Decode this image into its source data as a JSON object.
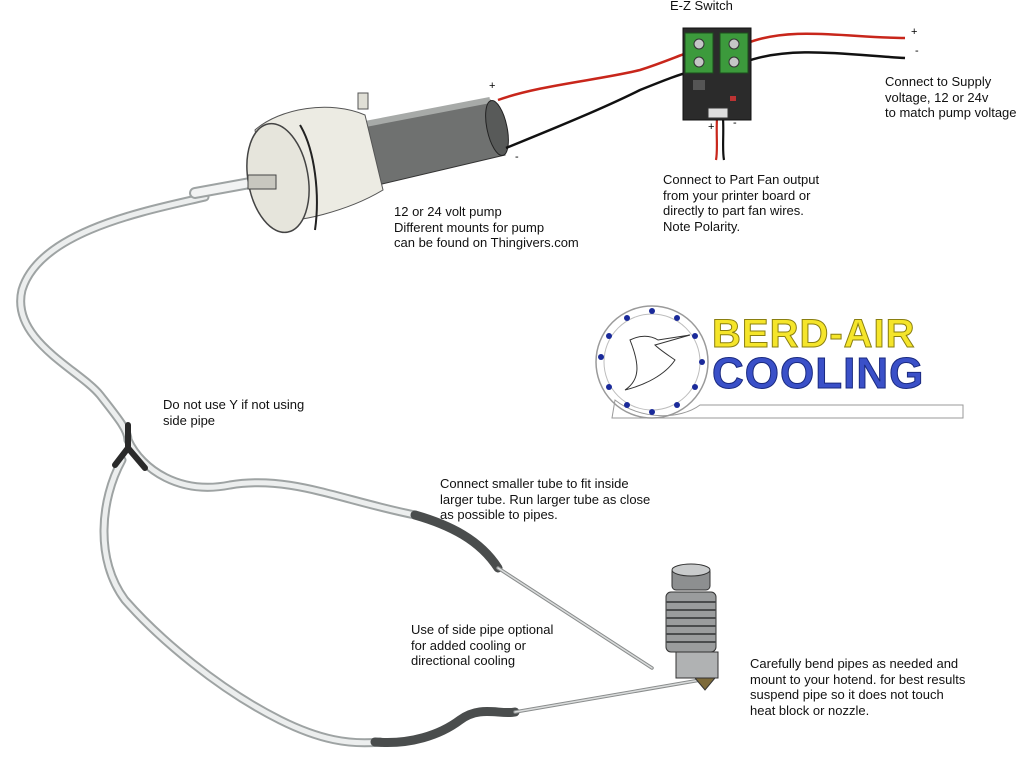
{
  "switch": {
    "title": "E-Z Switch"
  },
  "polarity": {
    "plus": "+",
    "minus": "-"
  },
  "notes": {
    "supply": "Connect to Supply\nvoltage, 12 or 24v\nto match pump voltage",
    "partfan": "Connect to Part Fan output\nfrom your printer board or\ndirectly to part fan wires.\nNote Polarity.",
    "pump": "12 or 24 volt pump\nDifferent mounts for pump\ncan be found on Thingivers.com",
    "y_pipe": "Do not use Y if not using\nside pipe",
    "tube": "Connect smaller tube to fit inside\nlarger tube. Run larger tube as close\nas possible to pipes.",
    "side_pipe": "Use of side pipe optional\nfor added cooling or\ndirectional cooling",
    "hotend": "Carefully bend pipes as needed and\nmount to your hotend. for best results\nsuspend pipe so it does not touch\nheat block or nozzle."
  },
  "logo": {
    "line1": "BERD-AIR",
    "line2": "COOLING"
  },
  "colors": {
    "wire_positive": "#c8261b",
    "wire_negative": "#111111",
    "switch_green": "#3c9a3c",
    "logo_yellow": "#f5e52a",
    "logo_blue": "#3a50c8",
    "tube": "#d9dcdc"
  }
}
